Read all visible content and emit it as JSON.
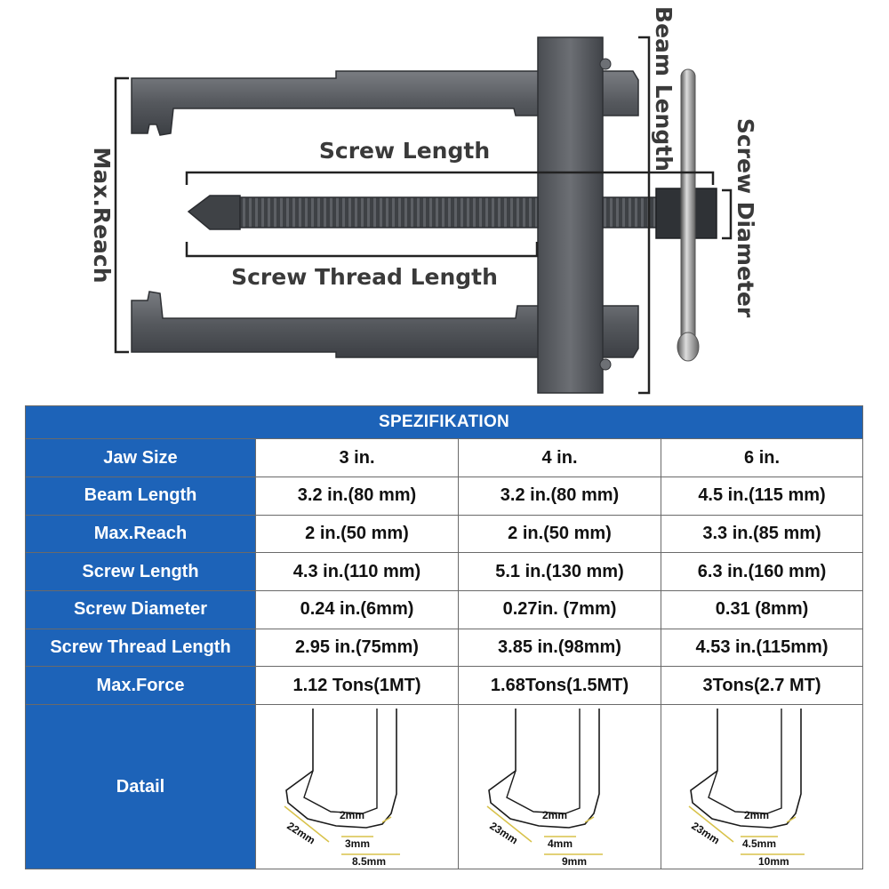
{
  "diagram": {
    "labels": {
      "beam_length": "Beam Length",
      "screw_length": "Screw Length",
      "screw_thread_length": "Screw Thread Length",
      "max_reach": "Max.Reach",
      "screw_diameter": "Screw Diameter"
    }
  },
  "table": {
    "title": "SPEZIFIKATION",
    "rows": [
      {
        "label": "Jaw Size",
        "values": [
          "3 in.",
          "4 in.",
          "6 in."
        ]
      },
      {
        "label": "Beam Length",
        "values": [
          "3.2 in.(80 mm)",
          "3.2 in.(80 mm)",
          "4.5 in.(115 mm)"
        ]
      },
      {
        "label": "Max.Reach",
        "values": [
          "2 in.(50 mm)",
          "2 in.(50 mm)",
          "3.3 in.(85 mm)"
        ]
      },
      {
        "label": "Screw Length",
        "values": [
          "4.3 in.(110 mm)",
          "5.1 in.(130 mm)",
          "6.3 in.(160 mm)"
        ]
      },
      {
        "label": "Screw Diameter",
        "values": [
          "0.24 in.(6mm)",
          "0.27in. (7mm)",
          "0.31 (8mm)"
        ]
      },
      {
        "label": "Screw Thread Length",
        "values": [
          "2.95 in.(75mm)",
          "3.85 in.(98mm)",
          "4.53 in.(115mm)"
        ]
      },
      {
        "label": "Max.Force",
        "values": [
          "1.12 Tons(1MT)",
          "1.68Tons(1.5MT)",
          "3Tons(2.7 MT)"
        ]
      }
    ],
    "detail": {
      "label": "Datail",
      "cells": [
        {
          "tip": "2mm",
          "length": "22mm",
          "inner": "3mm",
          "outer": "8.5mm"
        },
        {
          "tip": "2mm",
          "length": "23mm",
          "inner": "4mm",
          "outer": "9mm"
        },
        {
          "tip": "2mm",
          "length": "23mm",
          "inner": "4.5mm",
          "outer": "10mm"
        }
      ]
    }
  }
}
